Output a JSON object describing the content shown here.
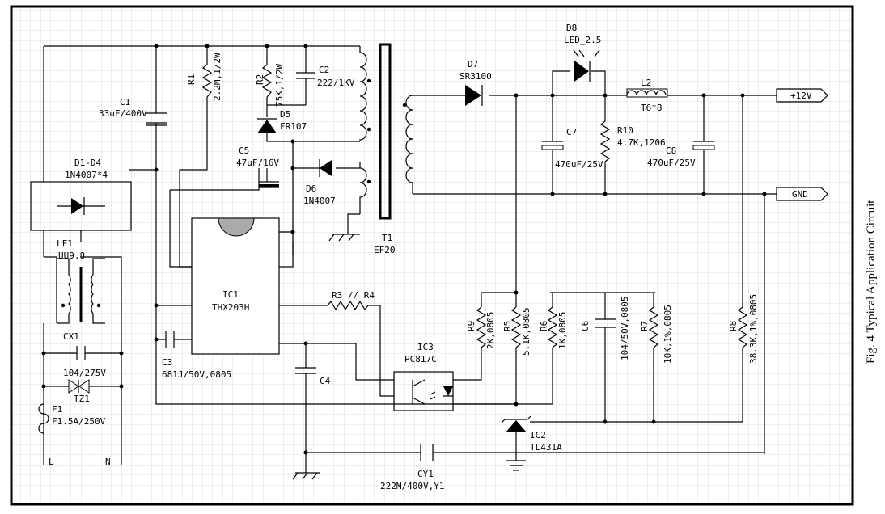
{
  "figure": {
    "caption": "Fig. 4 Typical Application Circuit"
  },
  "components": {
    "R1": {
      "ref": "R1",
      "value": "2.2M,1/2W"
    },
    "R2": {
      "ref": "R2",
      "value": "75K,1/2W"
    },
    "C2": {
      "ref": "C2",
      "value": "222/1KV"
    },
    "C1": {
      "ref": "C1",
      "value": "33uF/400V"
    },
    "D5": {
      "ref": "D5",
      "value": "FR107"
    },
    "C5": {
      "ref": "C5",
      "value": "47uF/16V"
    },
    "D6": {
      "ref": "D6",
      "value": "1N4007"
    },
    "D1D4": {
      "ref": "D1-D4",
      "value": "1N4007*4"
    },
    "T1": {
      "ref": "T1",
      "value": "EF20"
    },
    "D7": {
      "ref": "D7",
      "value": "SR3100"
    },
    "D8": {
      "ref": "D8",
      "value": "LED_2.5"
    },
    "L2": {
      "ref": "L2",
      "value": "T6*8"
    },
    "C7": {
      "ref": "C7",
      "value": "470uF/25V"
    },
    "R10": {
      "ref": "R10",
      "value": "4.7K,1206"
    },
    "C8": {
      "ref": "C8",
      "value": "470uF/25V"
    },
    "LF1": {
      "ref": "LF1",
      "value": "UU9.8"
    },
    "IC1": {
      "ref": "IC1",
      "value": "THX203H"
    },
    "R3R4": {
      "ref": "R3 // R4",
      "value": ""
    },
    "CX1": {
      "ref": "CX1",
      "value": "104/275V"
    },
    "TZ1": {
      "ref": "TZ1",
      "value": ""
    },
    "F1": {
      "ref": "F1",
      "value": "F1.5A/250V"
    },
    "C3": {
      "ref": "C3",
      "value": "681J/50V,0805"
    },
    "C4": {
      "ref": "C4",
      "value": ""
    },
    "IC3": {
      "ref": "IC3",
      "value": "PC817C"
    },
    "R9": {
      "ref": "R9",
      "value": "2K,0805"
    },
    "R5": {
      "ref": "R5",
      "value": "5.1K,0805"
    },
    "R6": {
      "ref": "R6",
      "value": "1K,0805"
    },
    "C6": {
      "ref": "C6",
      "value": "104/50V,0805"
    },
    "R7": {
      "ref": "R7",
      "value": "10K,1%,0805"
    },
    "R8": {
      "ref": "R8",
      "value": "38.3K,1%,0805"
    },
    "IC2": {
      "ref": "IC2",
      "value": "TL431A"
    },
    "CY1": {
      "ref": "CY1",
      "value": "222M/400V,Y1"
    }
  },
  "ports": {
    "out_pos": "+12V",
    "out_gnd": "GND",
    "ac_l": "L",
    "ac_n": "N"
  }
}
